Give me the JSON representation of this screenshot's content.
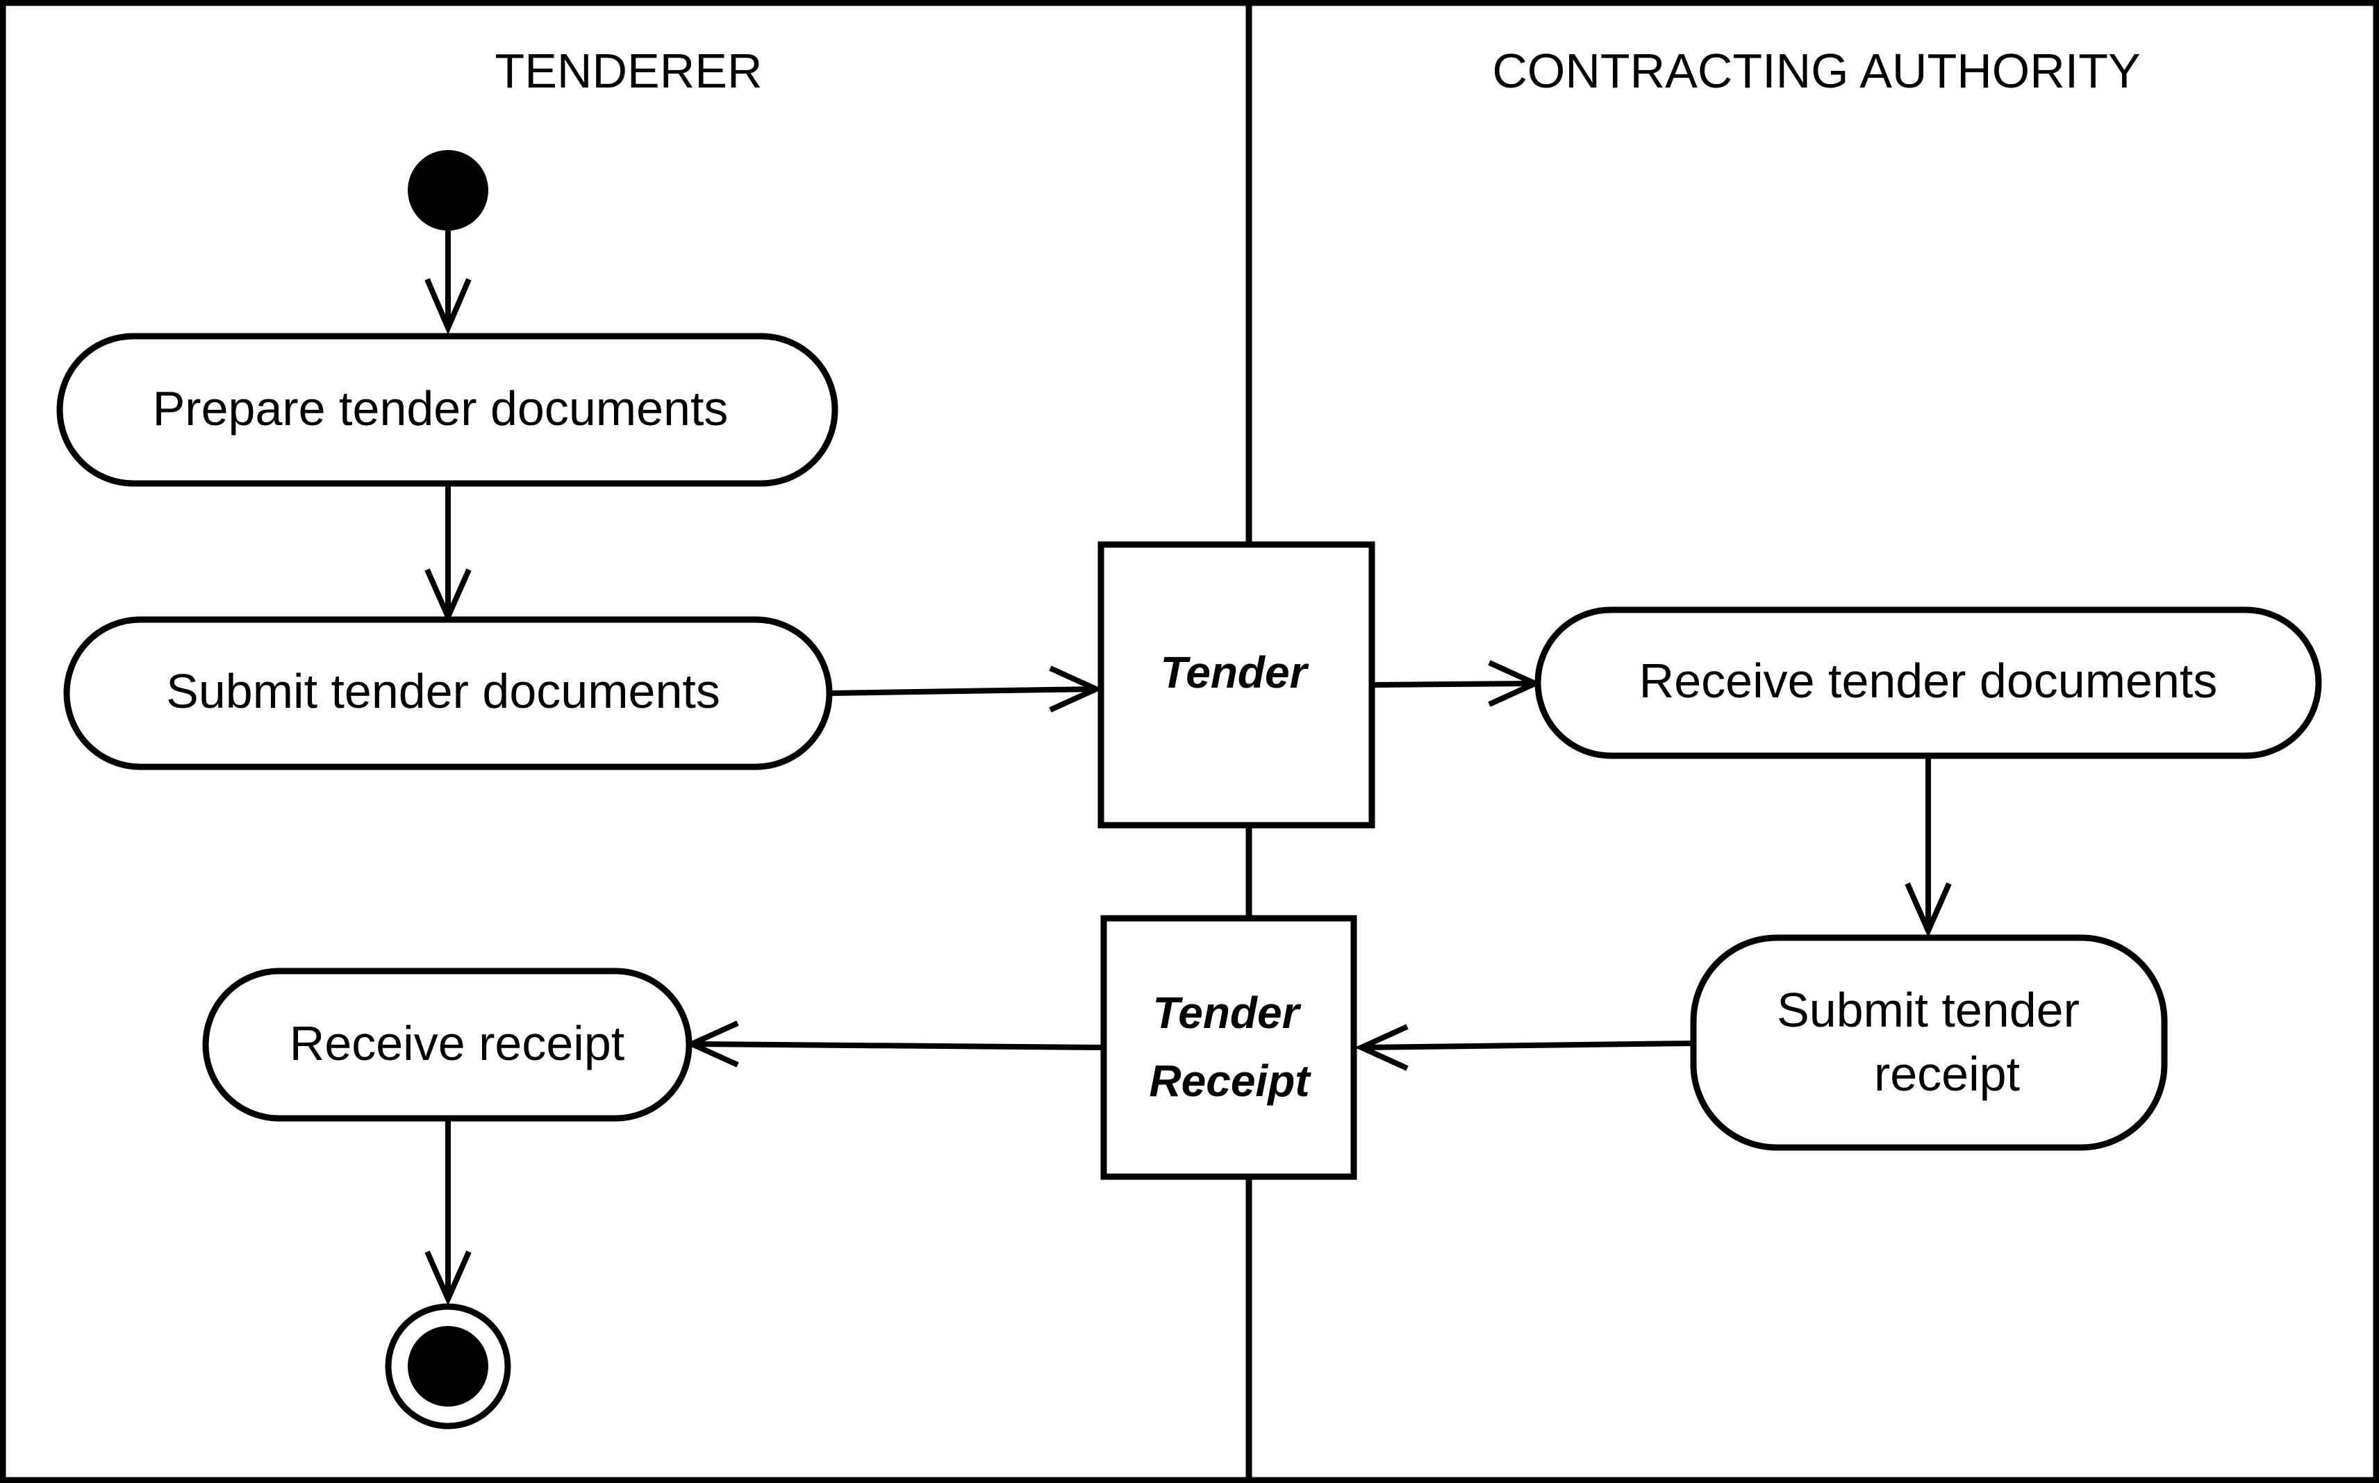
{
  "swimlanes": [
    {
      "title": "TENDERER"
    },
    {
      "title": "CONTRACTING AUTHORITY"
    }
  ],
  "activities": {
    "prepare": {
      "label": "Prepare tender documents"
    },
    "submit": {
      "label": "Submit tender documents"
    },
    "receive_docs": {
      "label": "Receive tender documents"
    },
    "submit_receipt": {
      "line1": "Submit tender",
      "line2": "receipt"
    },
    "receive_receipt": {
      "label": "Receive receipt"
    }
  },
  "objects": {
    "tender": {
      "label": "Tender"
    },
    "tender_receipt": {
      "line1": "Tender",
      "line2": "Receipt"
    }
  }
}
